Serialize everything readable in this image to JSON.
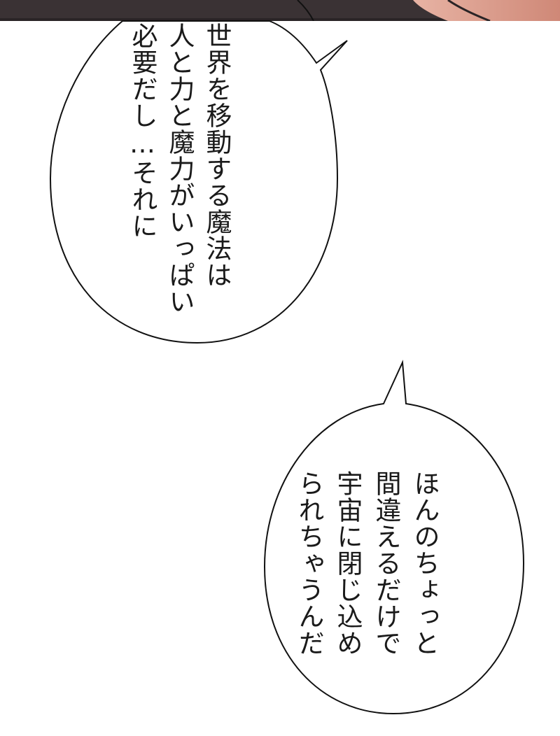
{
  "balloon_1": {
    "lines": [
      "世界を移動する魔法は",
      "人と力と魔力がいっぱい",
      "必要だし…それに"
    ]
  },
  "balloon_2": {
    "lines": [
      "ほんのちょっと",
      "間違えるだけで",
      "宇宙に閉じ込め",
      "られちゃうんだ"
    ]
  },
  "colors": {
    "background": "#ffffff",
    "outline": "#111111",
    "panel_dark": "#3a3234",
    "panel_skin": "#d99a8a"
  }
}
